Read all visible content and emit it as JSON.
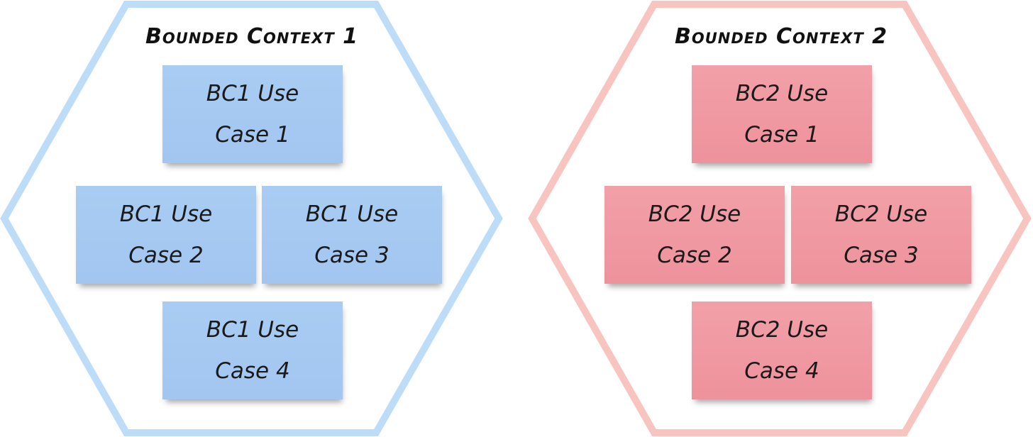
{
  "contexts": [
    {
      "title": "Bounded Context 1",
      "color": "#bcdcf7",
      "note_color": "#a6c9f2",
      "notes": [
        {
          "line1": "BC1 Use",
          "line2": "Case 1"
        },
        {
          "line1": "BC1 Use",
          "line2": "Case 2"
        },
        {
          "line1": "BC1 Use",
          "line2": "Case 3"
        },
        {
          "line1": "BC1 Use",
          "line2": "Case 4"
        }
      ]
    },
    {
      "title": "Bounded Context 2",
      "color": "#f7c4bf",
      "note_color": "#f09aa3",
      "notes": [
        {
          "line1": "BC2 Use",
          "line2": "Case 1"
        },
        {
          "line1": "BC2 Use",
          "line2": "Case 2"
        },
        {
          "line1": "BC2 Use",
          "line2": "Case 3"
        },
        {
          "line1": "BC2 Use",
          "line2": "Case 4"
        }
      ]
    }
  ]
}
